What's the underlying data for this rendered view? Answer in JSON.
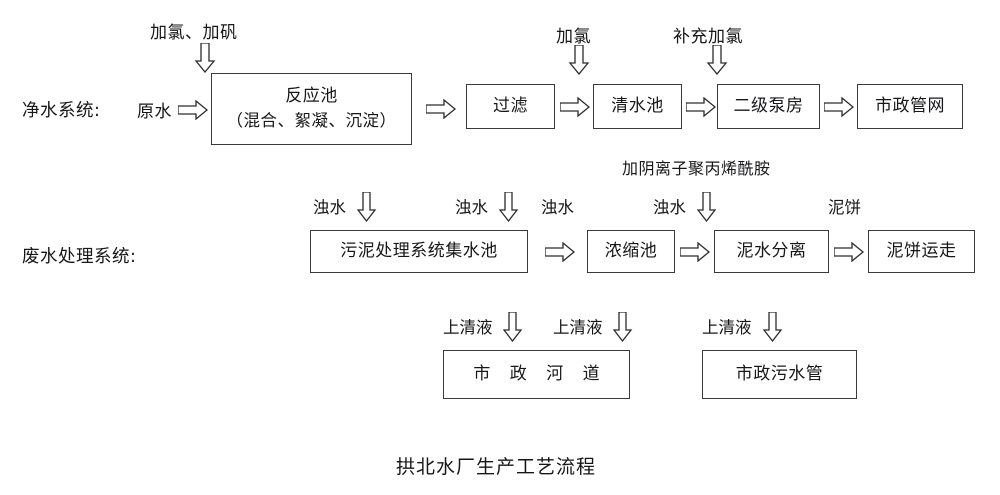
{
  "diagram": {
    "title": "拱北水厂生产工艺流程",
    "systems": [
      {
        "id": "clean-water-system",
        "label": "净水系统:"
      },
      {
        "id": "wastewater-system",
        "label": "废水处理系统:"
      }
    ],
    "clean_water": {
      "inlet_label": "原水",
      "dosing_labels": [
        {
          "id": "dosing-chlorine-alum",
          "text": "加氯、加矾"
        },
        {
          "id": "dosing-chlorine",
          "text": "加氯"
        },
        {
          "id": "dosing-chlorine-supplement",
          "text": "补充加氯"
        }
      ],
      "boxes": [
        {
          "id": "reaction-tank",
          "line1": "反应池",
          "line2": "（混合、絮凝、沉淀）"
        },
        {
          "id": "filtration",
          "line1": "过滤",
          "line2": ""
        },
        {
          "id": "clear-water-tank",
          "line1": "清水池",
          "line2": ""
        },
        {
          "id": "secondary-pump-house",
          "line1": "二级泵房",
          "line2": ""
        },
        {
          "id": "municipal-pipe-network",
          "line1": "市政管网",
          "line2": ""
        }
      ],
      "note": "加阴离子聚丙烯酰胺"
    },
    "wastewater": {
      "turbid_labels": [
        {
          "id": "turbid-water-1",
          "text": "浊水",
          "has_arrow": true
        },
        {
          "id": "turbid-water-2",
          "text": "浊水",
          "has_arrow": true
        },
        {
          "id": "turbid-water-3",
          "text": "浊水",
          "has_arrow": false
        },
        {
          "id": "turbid-water-4",
          "text": "浊水",
          "has_arrow": true
        }
      ],
      "mud-cake-label": {
        "id": "mud-cake",
        "text": "泥饼",
        "has_arrow": false
      },
      "boxes": [
        {
          "id": "sludge-collection-tank",
          "line1": "污泥处理系统集水池"
        },
        {
          "id": "thickening-tank",
          "line1": "浓缩池"
        },
        {
          "id": "sludge-water-separation",
          "line1": "泥水分离"
        },
        {
          "id": "mud-cake-removal",
          "line1": "泥饼运走"
        }
      ]
    },
    "discharge": {
      "supernatant_labels": [
        {
          "id": "supernatant-1",
          "text": "上清液"
        },
        {
          "id": "supernatant-2",
          "text": "上清液"
        },
        {
          "id": "supernatant-3",
          "text": "上清液"
        }
      ],
      "boxes": [
        {
          "id": "municipal-river",
          "line1": "市 政 河 道"
        },
        {
          "id": "municipal-sewage-pipe",
          "line1": "市政污水管"
        }
      ]
    },
    "colors": {
      "background": "#ffffff",
      "text": "#17171a",
      "box_border": "#3a3a3a",
      "arrow_stroke": "#2b2b2b"
    }
  }
}
